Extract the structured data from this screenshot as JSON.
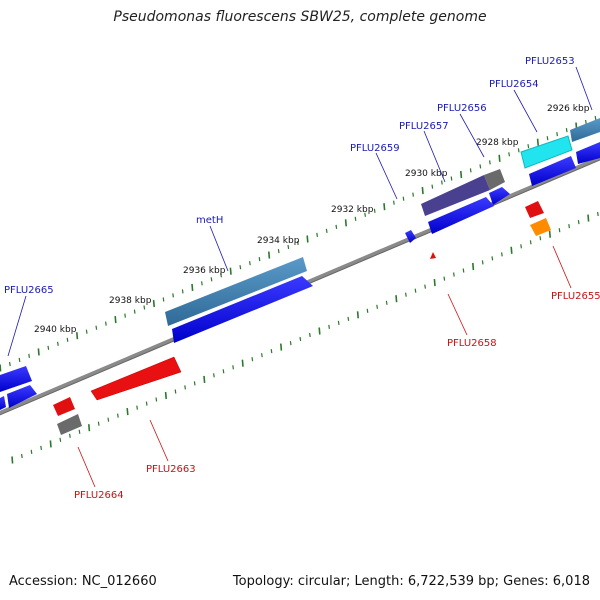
{
  "title": "Pseudomonas fluorescens SBW25, complete genome",
  "footer": {
    "accession": "Accession: NC_012660",
    "stats": "Topology: circular; Length: 6,722,539 bp; Genes: 6,018"
  },
  "colors": {
    "forward_label": "#1a1ab8",
    "reverse_label": "#cc1111",
    "tick": "#2a7a2a",
    "backbone": "#888888"
  },
  "scale_labels": [
    "2926 kbp",
    "2928 kbp",
    "2930 kbp",
    "2932 kbp",
    "2934 kbp",
    "2936 kbp",
    "2938 kbp",
    "2940 kbp"
  ],
  "gene_labels": {
    "forward": [
      "PFLU2653",
      "PFLU2654",
      "PFLU2656",
      "PFLU2657",
      "PFLU2659",
      "metH",
      "PFLU2665"
    ],
    "reverse": [
      "PFLU2655",
      "PFLU2658",
      "PFLU2663",
      "PFLU2664"
    ]
  }
}
